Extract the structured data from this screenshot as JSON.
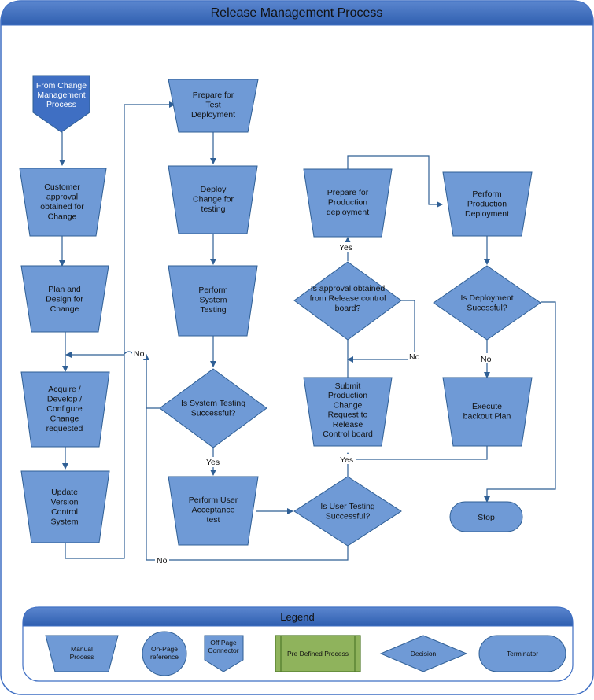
{
  "title": "Release Management Process",
  "nodes": {
    "from_change": [
      "From Change",
      "Management",
      "Process"
    ],
    "customer_approval": [
      "Customer",
      "approval",
      "obtained for",
      "Change"
    ],
    "plan_design": [
      "Plan and",
      "Design for",
      "Change"
    ],
    "acquire": [
      "Acquire /",
      "Develop /",
      "Configure",
      "Change",
      "requested"
    ],
    "update_version": [
      "Update",
      "Version",
      "Control",
      "System"
    ],
    "prepare_test": [
      "Prepare for",
      "Test",
      "Deployment"
    ],
    "deploy_change": [
      "Deploy",
      "Change for",
      "testing"
    ],
    "perform_system": [
      "Perform",
      "System",
      "Testing"
    ],
    "is_system_testing": [
      "Is System Testing",
      "Successful?"
    ],
    "perform_uat": [
      "Perform User",
      "Acceptance",
      "test"
    ],
    "is_user_testing": [
      "Is User Testing",
      "Successful?"
    ],
    "submit_change": [
      "Submit",
      "Production",
      "Change",
      "Request to",
      "Release",
      "Control board"
    ],
    "is_approval": [
      "Is approval obtained",
      "from Release control",
      "board?"
    ],
    "prepare_prod": [
      "Prepare for",
      "Production",
      "deployment"
    ],
    "perform_prod": [
      "Perform",
      "Production",
      "Deployment"
    ],
    "is_deploy": [
      "Is Deployment",
      "Sucessful?"
    ],
    "execute_backout": [
      "Execute",
      "backout Plan"
    ],
    "stop": [
      "Stop"
    ]
  },
  "edge_labels": {
    "no_system": "No",
    "yes_system": "Yes",
    "no_user": "No",
    "yes_user": "Yes",
    "yes_approval": "Yes",
    "no_approval": "No",
    "no_deploy": "No"
  },
  "legend": {
    "title": "Legend",
    "manual": [
      "Manual",
      "Process"
    ],
    "onpage": [
      "On-Page",
      "reference"
    ],
    "offpage": [
      "Off Page",
      "Connector"
    ],
    "predefined": [
      "Pre Defined Process"
    ],
    "decision": [
      "Decision"
    ],
    "terminator": [
      "Terminator"
    ]
  },
  "colors": {
    "shape_fill": "#6f9ad6",
    "shape_stroke": "#2f5f95",
    "offpage_fill": "#3f6fc3",
    "header_fill": "#3f6fc3",
    "predefined_fill": "#8fb35c"
  }
}
